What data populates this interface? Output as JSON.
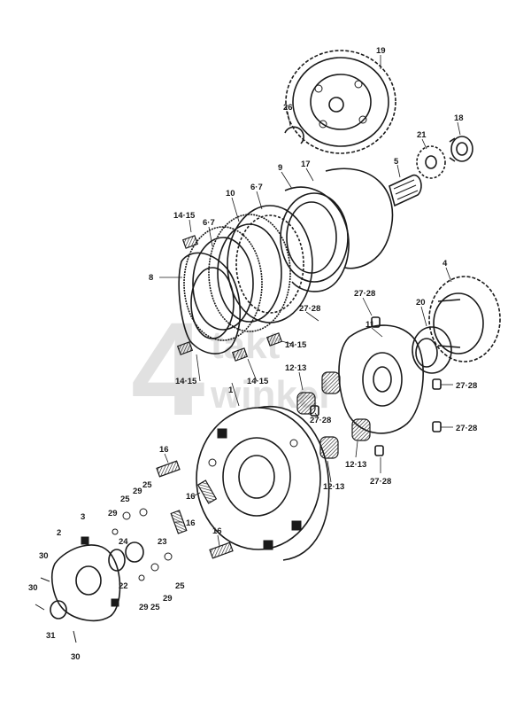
{
  "watermark": {
    "numeral": "4",
    "line1": "takt",
    "line2": "winkel"
  },
  "labels": [
    {
      "id": "19",
      "text": "19"
    },
    {
      "id": "26",
      "text": "26"
    },
    {
      "id": "18",
      "text": "18"
    },
    {
      "id": "21",
      "text": "21"
    },
    {
      "id": "5",
      "text": "5"
    },
    {
      "id": "9",
      "text": "9"
    },
    {
      "id": "17",
      "text": "17"
    },
    {
      "id": "10",
      "text": "10"
    },
    {
      "id": "67a",
      "text": "6·7"
    },
    {
      "id": "1415a",
      "text": "14·15"
    },
    {
      "id": "67b",
      "text": "6·7"
    },
    {
      "id": "8",
      "text": "8"
    },
    {
      "id": "4",
      "text": "4"
    },
    {
      "id": "2728a",
      "text": "27·28"
    },
    {
      "id": "20",
      "text": "20"
    },
    {
      "id": "2728b",
      "text": "27·28"
    },
    {
      "id": "11",
      "text": "11"
    },
    {
      "id": "1415b",
      "text": "14·15"
    },
    {
      "id": "1213a",
      "text": "12·13"
    },
    {
      "id": "1415c",
      "text": "14·15"
    },
    {
      "id": "1415d",
      "text": "14·15"
    },
    {
      "id": "1",
      "text": "1"
    },
    {
      "id": "2728c",
      "text": "27·28"
    },
    {
      "id": "2728d",
      "text": "27·28"
    },
    {
      "id": "2728e",
      "text": "27·28"
    },
    {
      "id": "1213b",
      "text": "12·13"
    },
    {
      "id": "1213c",
      "text": "12·13"
    },
    {
      "id": "2728f",
      "text": "27·28"
    },
    {
      "id": "16a",
      "text": "16"
    },
    {
      "id": "16b",
      "text": "16"
    },
    {
      "id": "16c",
      "text": "16"
    },
    {
      "id": "16d",
      "text": "16"
    },
    {
      "id": "29a",
      "text": "29"
    },
    {
      "id": "25a",
      "text": "25"
    },
    {
      "id": "25b",
      "text": "25"
    },
    {
      "id": "29b",
      "text": "29"
    },
    {
      "id": "3",
      "text": "3"
    },
    {
      "id": "24",
      "text": "24"
    },
    {
      "id": "23",
      "text": "23"
    },
    {
      "id": "2",
      "text": "2"
    },
    {
      "id": "30a",
      "text": "30"
    },
    {
      "id": "30b",
      "text": "30"
    },
    {
      "id": "22",
      "text": "22"
    },
    {
      "id": "29c",
      "text": "29"
    },
    {
      "id": "25c",
      "text": "25"
    },
    {
      "id": "29d",
      "text": "29"
    },
    {
      "id": "25d",
      "text": "25"
    },
    {
      "id": "31",
      "text": "31"
    },
    {
      "id": "30c",
      "text": "30"
    }
  ]
}
